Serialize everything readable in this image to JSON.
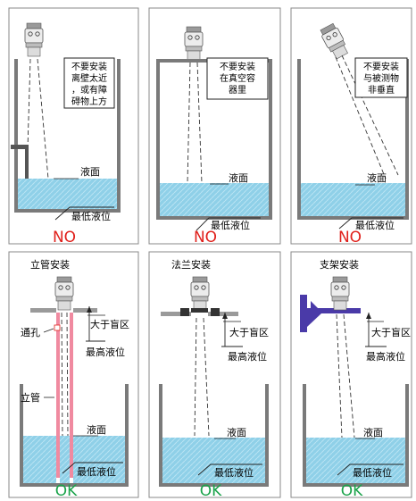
{
  "panels": [
    {
      "note_lines": [
        "不要安装",
        "离壁太近",
        "，或有障",
        "碍物上方"
      ],
      "level_label": "液面",
      "min_label": "最低液位",
      "verdict": "NO"
    },
    {
      "note_lines": [
        "不要安装",
        "在真空容",
        "器里"
      ],
      "level_label": "液面",
      "min_label": "最低液位",
      "verdict": "NO"
    },
    {
      "note_lines": [
        "不要安装",
        "与被测物",
        "非垂直"
      ],
      "level_label": "液面",
      "min_label": "最低液位",
      "verdict": "NO"
    },
    {
      "title": "立管安装",
      "vent_label": "通孔",
      "pipe_label": "立管",
      "blind_label": "大于盲区",
      "max_label": "最高液位",
      "level_label": "液面",
      "min_label": "最低液位",
      "verdict": "OK"
    },
    {
      "title": "法兰安装",
      "blind_label": "大于盲区",
      "max_label": "最高液位",
      "level_label": "液面",
      "min_label": "最低液位",
      "verdict": "OK"
    },
    {
      "title": "支架安装",
      "blind_label": "大于盲区",
      "max_label": "最高液位",
      "level_label": "液面",
      "min_label": "最低液位",
      "verdict": "OK"
    }
  ],
  "colors": {
    "no": "#e0201b",
    "ok": "#1aa34a",
    "water": "#8fd0e8",
    "tank": "#7a7a7a",
    "pipe": "#f08aa0",
    "bracket": "#4a3aa8"
  }
}
